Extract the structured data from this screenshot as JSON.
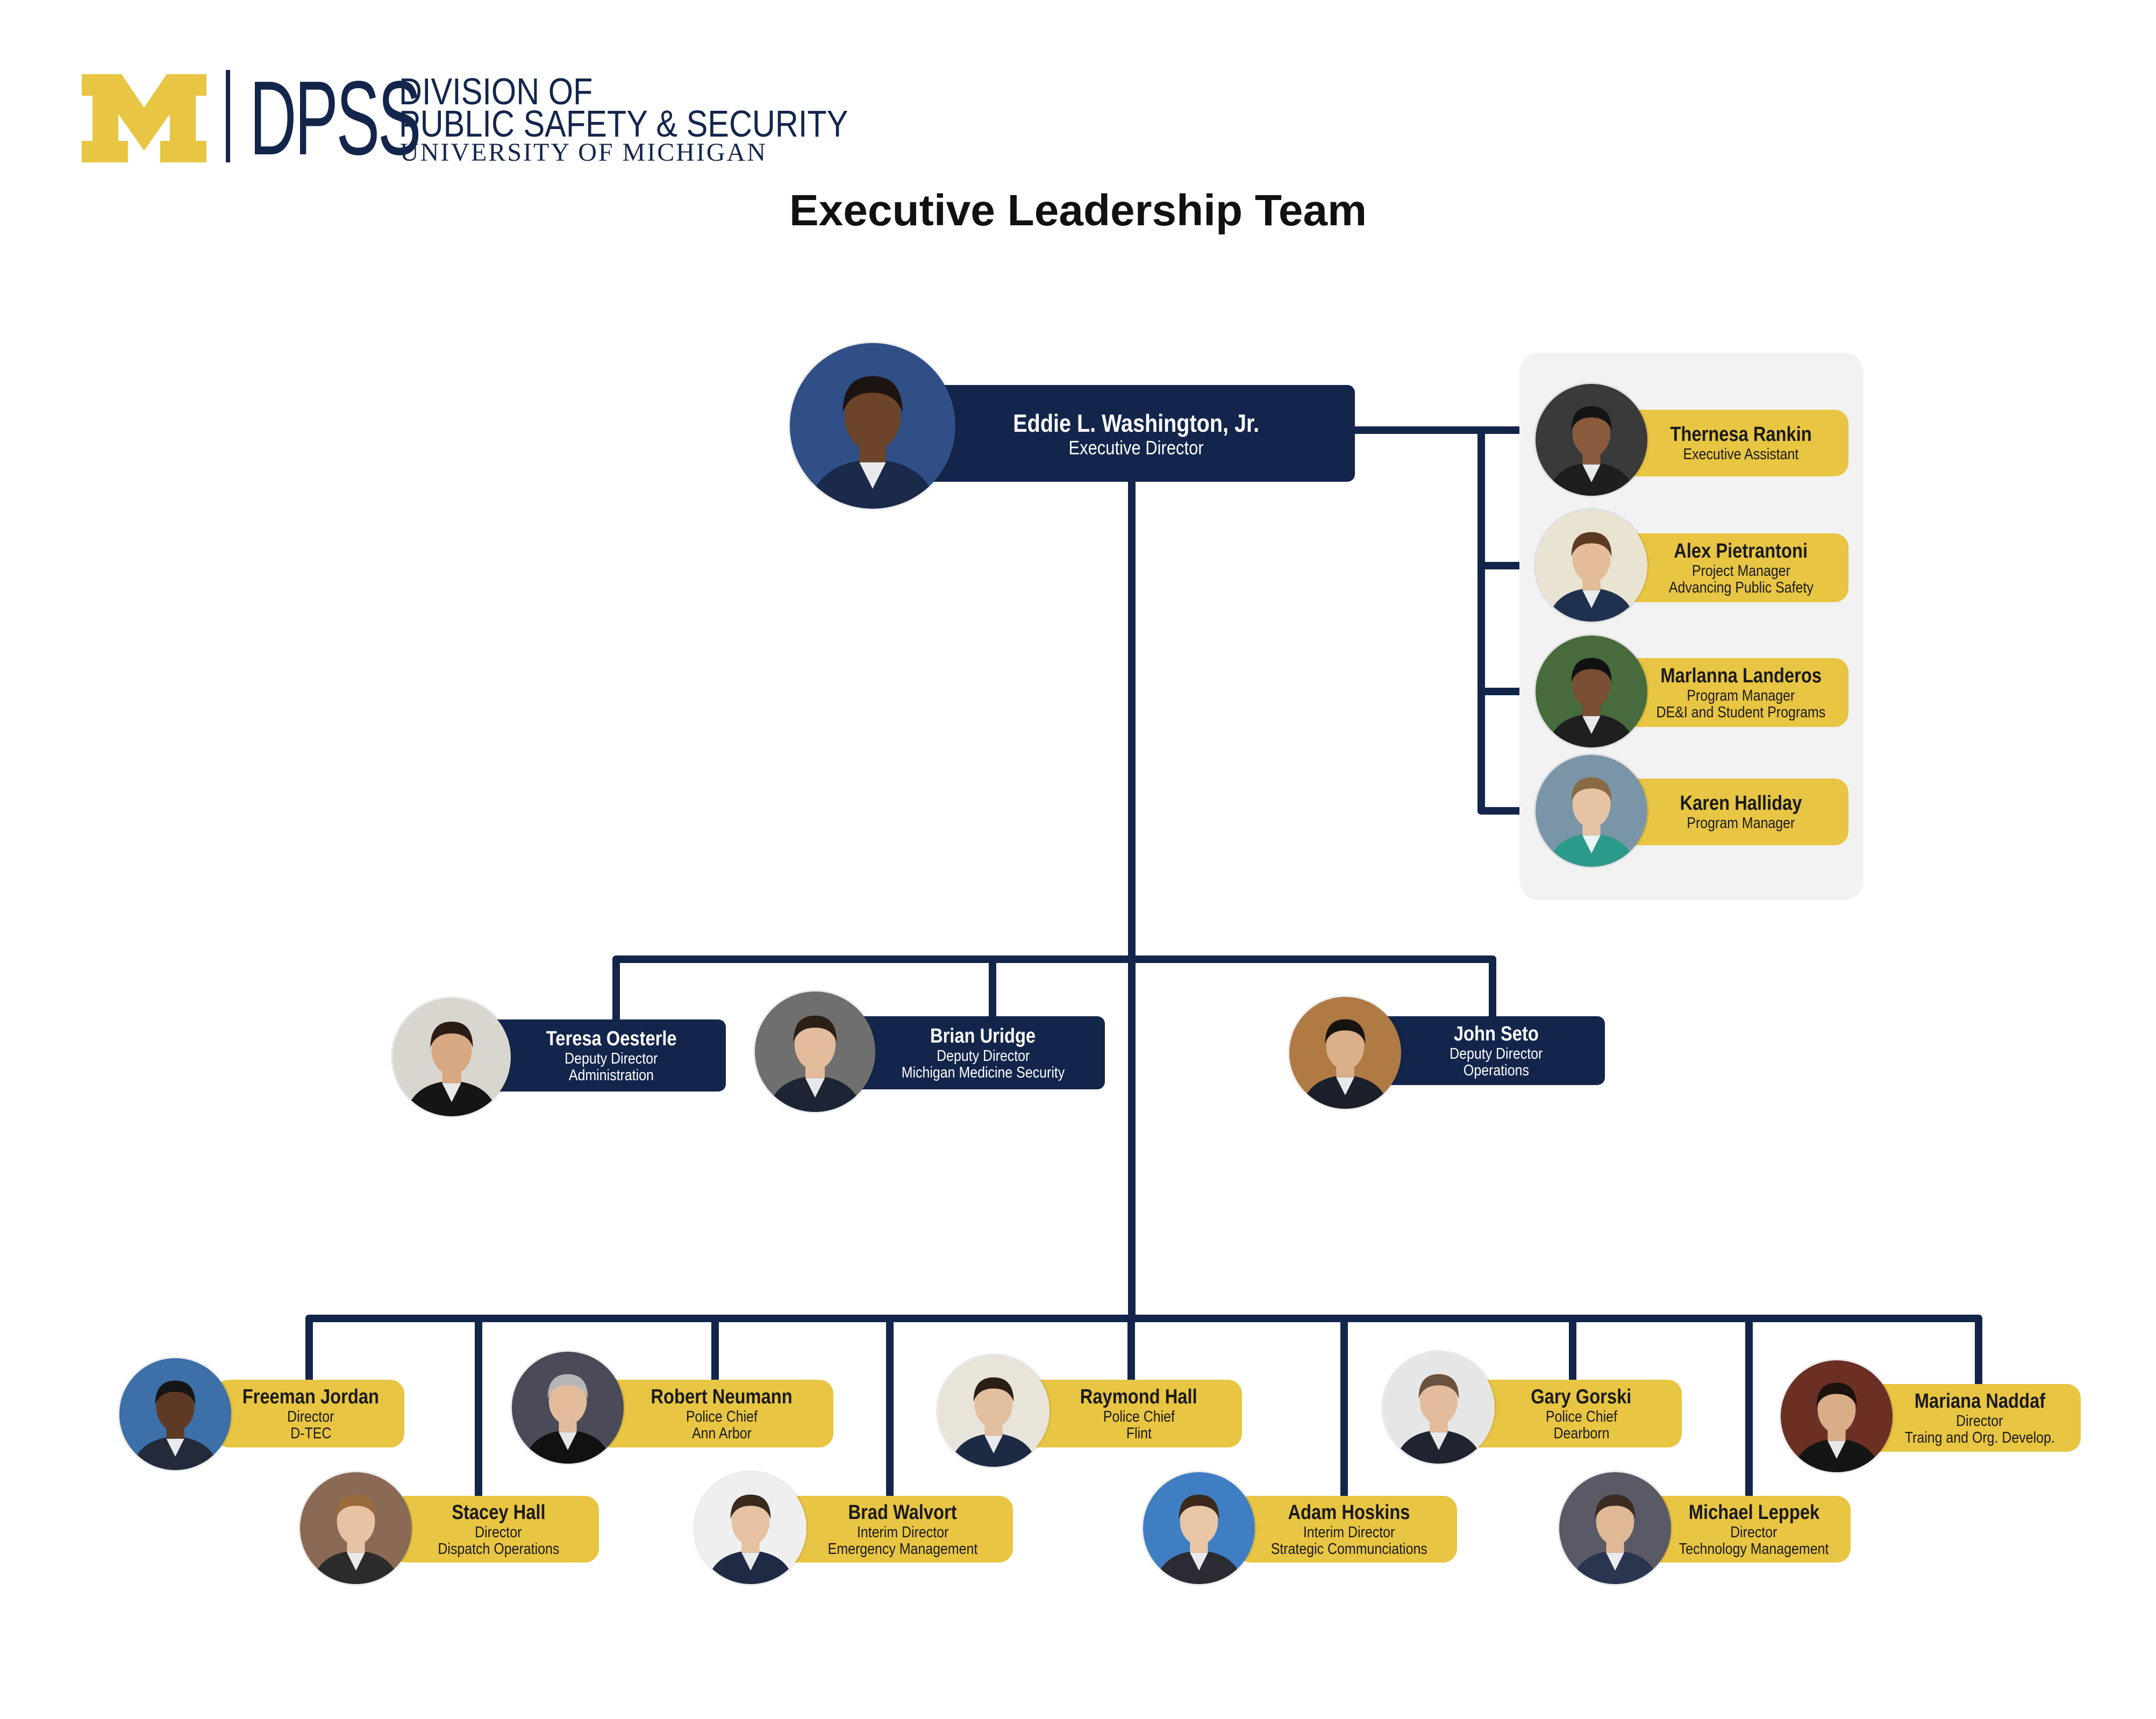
{
  "header": {
    "logo_letter": "M",
    "logo_acronym": "DPSS",
    "logo_line1": "DIVISION OF",
    "logo_line2": "PUBLIC SAFETY & SECURITY",
    "logo_line3": "UNIVERSITY OF MICHIGAN"
  },
  "title": "Executive Leadership Team",
  "colors": {
    "navy": "#13254b",
    "gold": "#e8c542",
    "panel": "#f2f2f2"
  },
  "executive": {
    "name": "Eddie L. Washington, Jr.",
    "lines": [
      "Executive Director"
    ]
  },
  "staff": [
    {
      "name": "Thernesa Rankin",
      "lines": [
        "Executive Assistant"
      ]
    },
    {
      "name": "Alex Pietrantoni",
      "lines": [
        "Project Manager",
        "Advancing Public Safety"
      ]
    },
    {
      "name": "Marlanna Landeros",
      "lines": [
        "Program Manager",
        "DE&I and Student Programs"
      ]
    },
    {
      "name": "Karen Halliday",
      "lines": [
        "Program Manager"
      ]
    }
  ],
  "deputies": [
    {
      "name": "Teresa Oesterle",
      "lines": [
        "Deputy Director",
        "Administration"
      ]
    },
    {
      "name": "Brian Uridge",
      "lines": [
        "Deputy Director",
        "Michigan Medicine Security"
      ]
    },
    {
      "name": "John Seto",
      "lines": [
        "Deputy Director",
        "Operations"
      ]
    }
  ],
  "directors": [
    {
      "name": "Freeman Jordan",
      "lines": [
        "Director",
        "D-TEC"
      ]
    },
    {
      "name": "Stacey Hall",
      "lines": [
        "Director",
        "Dispatch Operations"
      ]
    },
    {
      "name": "Robert Neumann",
      "lines": [
        "Police Chief",
        "Ann Arbor"
      ]
    },
    {
      "name": "Brad Walvort",
      "lines": [
        "Interim Director",
        "Emergency Management"
      ]
    },
    {
      "name": "Raymond Hall",
      "lines": [
        "Police Chief",
        "Flint"
      ]
    },
    {
      "name": "Adam Hoskins",
      "lines": [
        "Interim Director",
        "Strategic Communciations"
      ]
    },
    {
      "name": "Gary Gorski",
      "lines": [
        "Police Chief",
        "Dearborn"
      ]
    },
    {
      "name": "Michael Leppek",
      "lines": [
        "Director",
        "Technology Management"
      ]
    },
    {
      "name": "Mariana Naddaf",
      "lines": [
        "Director",
        "Traing and Org. Develop."
      ]
    }
  ]
}
